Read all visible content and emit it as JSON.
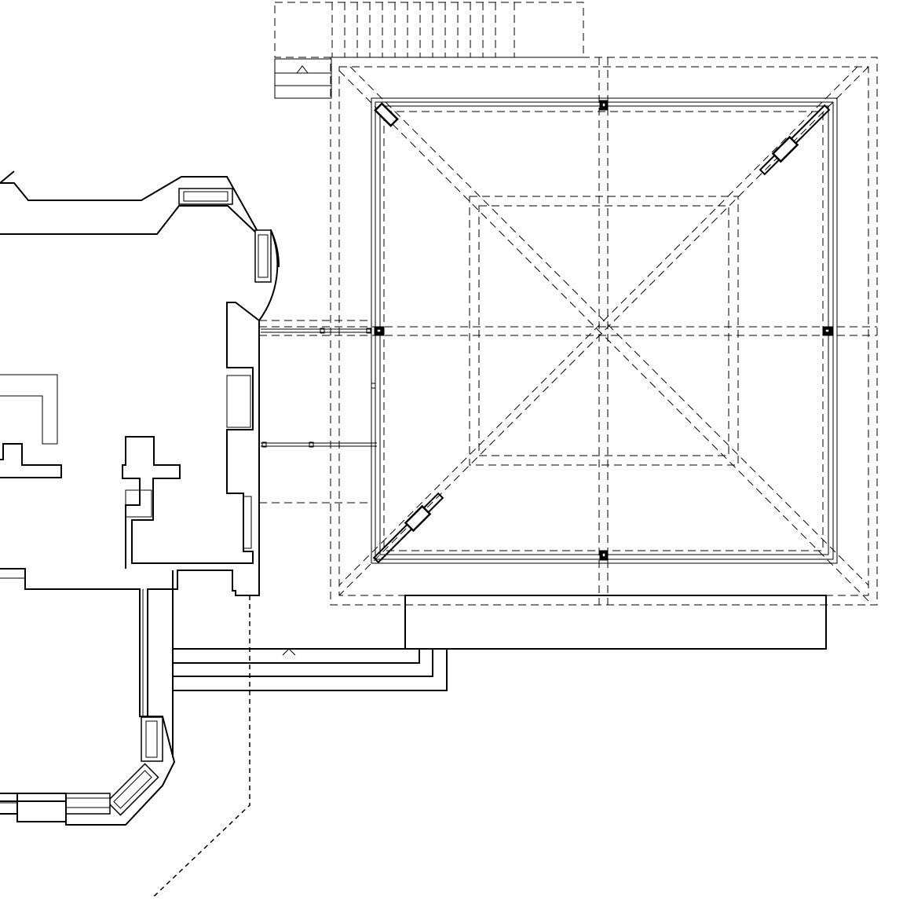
{
  "drawing": {
    "type": "architectural-floor-plan",
    "line_color": "#000000",
    "background": "#ffffff",
    "elements": [
      "existing-house-walls",
      "square-pavilion",
      "hip-roof-overlay",
      "bench",
      "steps",
      "stair-flight",
      "dashed-property-line"
    ]
  }
}
